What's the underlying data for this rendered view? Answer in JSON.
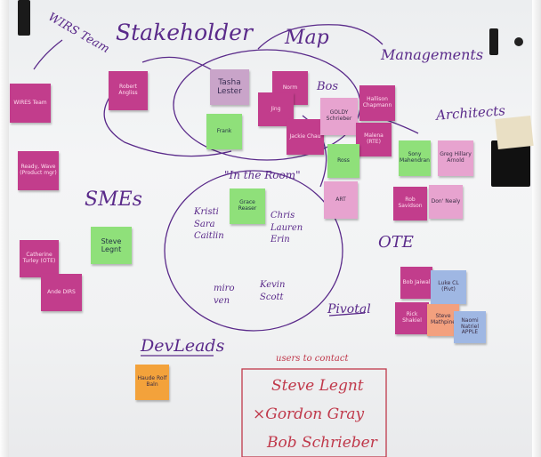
{
  "headings": {
    "stakeholder": "Stakeholder",
    "map": "Map",
    "managements": "Managements",
    "architects": "Architects",
    "smes": "SMEs",
    "ote": "OTE",
    "pivotal": "Pivotal",
    "devleads": "DevLeads",
    "wirs_team": "WIRS Team",
    "in_the_room": "\"In the Room\"",
    "bos": "Bos"
  },
  "room_names": {
    "left": [
      "Kristi",
      "Sara",
      "Caitlin"
    ],
    "right": [
      "Chris",
      "Lauren",
      "Erin"
    ],
    "bottom_left": [
      "miro",
      "ven"
    ],
    "bottom_right": [
      "Kevin",
      "Scott"
    ]
  },
  "users_to_contact": {
    "title": "users to contact",
    "names": [
      "Steve Legnt",
      "×Gordon Gray",
      "Bob Schrieber"
    ]
  },
  "notes": {
    "wires_team": "WIRES Team",
    "robert": "Robert Angliss",
    "tasha": "Tasha Lester",
    "norm": "Norm",
    "jing": "Jing",
    "jackie": "Jackie Chau",
    "goldy": "GOLDY Schrieber",
    "hallison": "Hallison Chapmann",
    "malena": "Malena (RTE)",
    "green_top": "Frank",
    "green_mid": "Ross",
    "ready_wave": "Ready, Wave (Product mgr)",
    "steve_legnt": "Steve Legnt",
    "grace": "Grace Reaser",
    "catherine": "Catherine Turley (OTE)",
    "ande": "Ande DIRS",
    "sony": "Sony Mahendran",
    "greg": "Greg Hillary Arnold",
    "rob": "Rob Savidson",
    "don": "Don' Nealy",
    "art": "ART",
    "bob_ote": "Bob Jaiwal",
    "luke": "Luke CL (Pivt)",
    "rick": "Rick Shakiel",
    "steve_mp": "Steve Mathpine",
    "naomi": "Naomi Natriel APPLE",
    "devlead_note": "Haude Rolf Baln"
  },
  "colors": {
    "marker_purple": "#5a2a8a",
    "marker_red": "#c0394b",
    "magenta": "#c23d8c",
    "green": "#8fe07a",
    "pink": "#e7a3cf"
  }
}
